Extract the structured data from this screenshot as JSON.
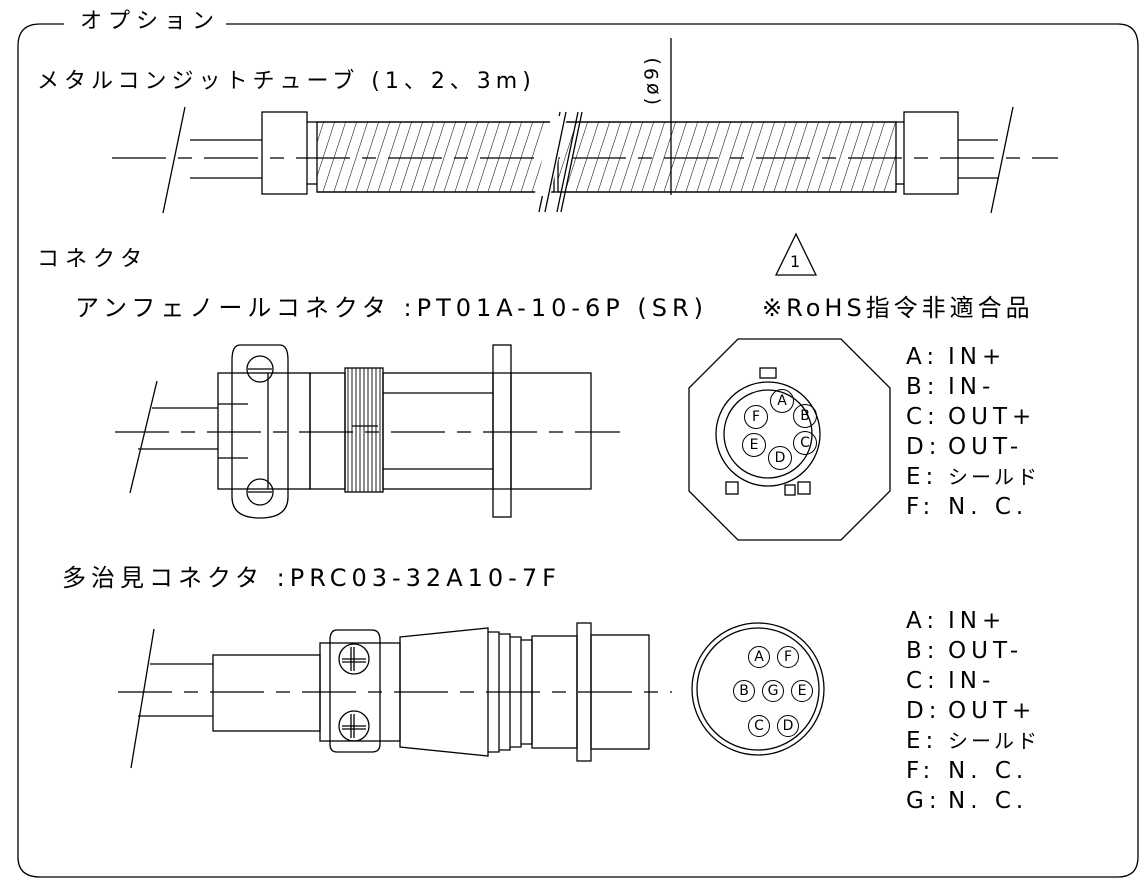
{
  "frame": {
    "title": "オプション"
  },
  "conduit": {
    "label": "メタルコンジットチューブ (1、2、3m)",
    "diameter": "(ø9)"
  },
  "connector_section": {
    "label": "コネクタ"
  },
  "amphenol": {
    "label": "アンフェノールコネクタ  :PT01A-10-6P (SR)",
    "revision_mark": "1",
    "rohs_note": "※RoHS指令非適合品",
    "face_pins": [
      "A",
      "B",
      "C",
      "D",
      "E",
      "F"
    ],
    "pinout": [
      {
        "pin": "A:",
        "signal": "IN+"
      },
      {
        "pin": "B:",
        "signal": "IN-"
      },
      {
        "pin": "C:",
        "signal": "OUT+"
      },
      {
        "pin": "D:",
        "signal": "OUT-"
      },
      {
        "pin": "E:",
        "signal": "シールド"
      },
      {
        "pin": "F:",
        "signal": "N. C."
      }
    ]
  },
  "tajimi": {
    "label": "多治見コネクタ  :PRC03-32A10-7F",
    "face_pins": [
      "A",
      "F",
      "B",
      "G",
      "E",
      "C",
      "D"
    ],
    "pinout": [
      {
        "pin": "A:",
        "signal": "IN+"
      },
      {
        "pin": "B:",
        "signal": "OUT-"
      },
      {
        "pin": "C:",
        "signal": "IN-"
      },
      {
        "pin": "D:",
        "signal": "OUT+"
      },
      {
        "pin": "E:",
        "signal": "シールド"
      },
      {
        "pin": "F:",
        "signal": "N. C."
      },
      {
        "pin": "G:",
        "signal": "N. C."
      }
    ]
  }
}
